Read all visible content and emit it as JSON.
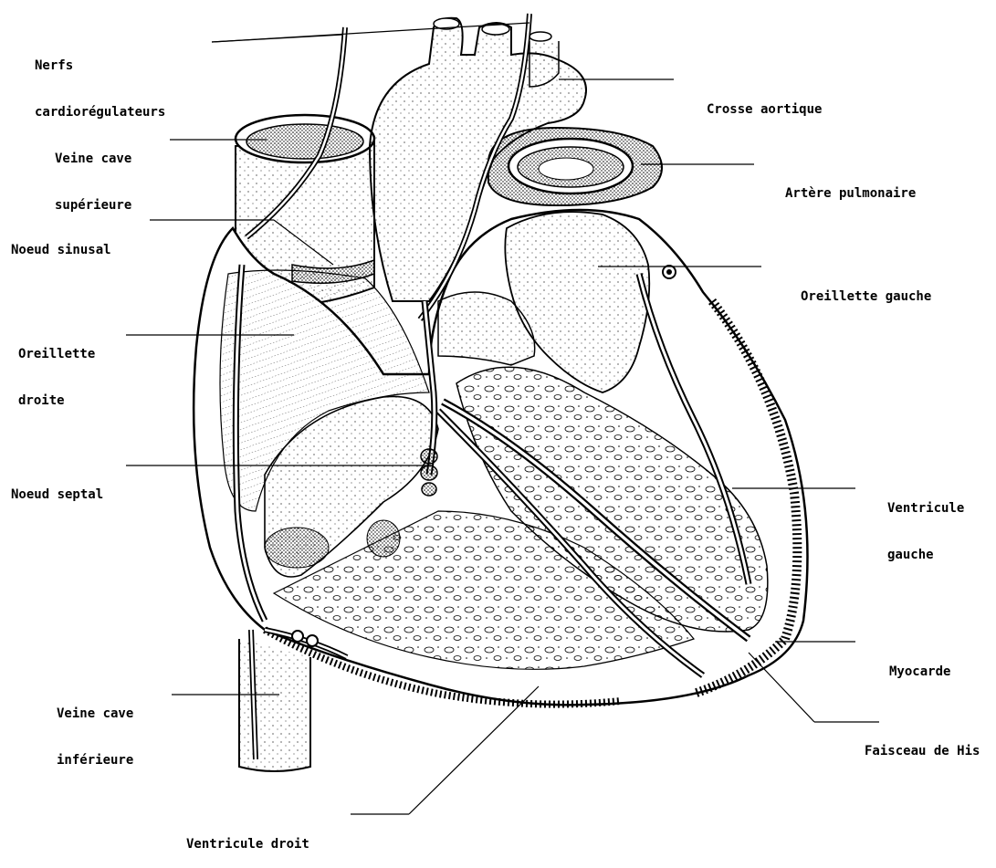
{
  "diagram": {
    "subject": "heart-conduction-system",
    "labels": {
      "nerfs": [
        "Nerfs",
        "cardiorégulateurs"
      ],
      "veine_cave_sup": [
        "Veine cave",
        "supérieure"
      ],
      "noeud_sinusal": [
        "Noeud sinusal"
      ],
      "oreillette_droite": [
        "Oreillette",
        "droite"
      ],
      "noeud_septal": [
        "Noeud septal"
      ],
      "veine_cave_inf": [
        "Veine cave",
        "inférieure"
      ],
      "ventricule_droit": [
        "Ventricule droit"
      ],
      "crosse_aortique": [
        "Crosse aortique"
      ],
      "artere_pulmonaire": [
        "Artère pulmonaire"
      ],
      "oreillette_gauche": [
        "Oreillette gauche"
      ],
      "ventricule_gauche": [
        "Ventricule",
        "gauche"
      ],
      "myocarde": [
        "Myocarde"
      ],
      "faisceau_his": [
        "Faisceau de His"
      ]
    }
  }
}
